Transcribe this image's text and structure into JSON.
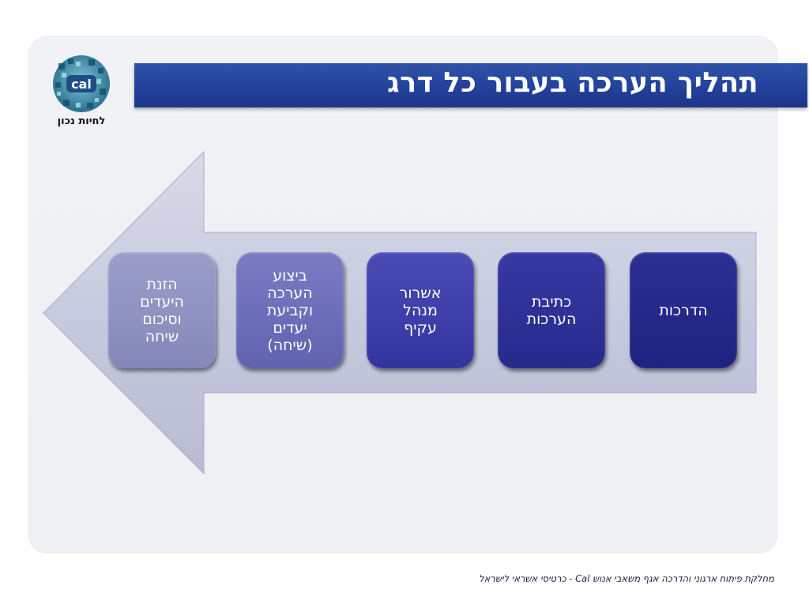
{
  "header": {
    "title": "תהליך הערכה בעבור כל דרג"
  },
  "logo": {
    "text": "cal",
    "caption": "לחיות נכון"
  },
  "steps": [
    {
      "label": "הדרכות"
    },
    {
      "label": "כתיבת\nהערכות"
    },
    {
      "label": "אשרור\nמנהל\nעקיף"
    },
    {
      "label": "ביצוע\nהערכה\nוקביעת\nיעדים\n(שיחה)"
    },
    {
      "label": "הזנת\nהיעדים\nוסיכום\nשיחה"
    }
  ],
  "footer": {
    "text": "מחלקת פיתוח ארגוני והדרכה   אגף משאבי אנוש   Cal - כרטיסי אשראי לישראל"
  },
  "colors": {
    "header": "#22409a",
    "arrow": "#c9cce0",
    "box_dark": "#1e2380",
    "box_light": "#9c9ec9"
  }
}
